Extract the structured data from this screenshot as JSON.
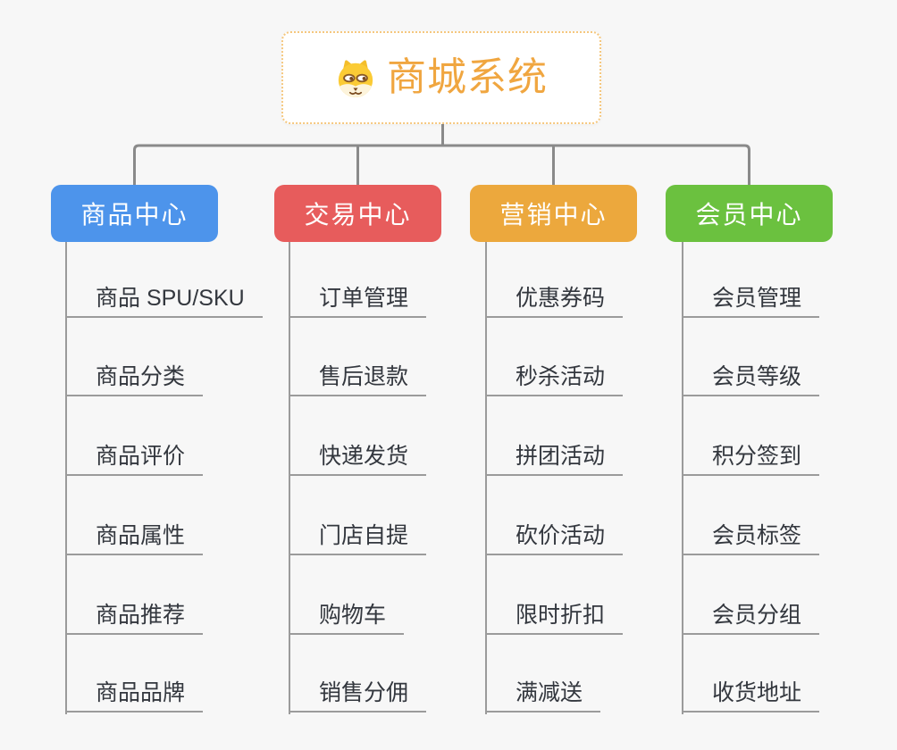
{
  "page": {
    "background_color": "#F7F7F7",
    "connector_color": "#8A8A8A",
    "underline_color": "#9B9B9B"
  },
  "root": {
    "label": "商城系统",
    "icon": "dog-face-icon",
    "text_color": "#F0A640",
    "border_color": "#F5C77E"
  },
  "branches": [
    {
      "label": "商品中心",
      "color": "#4D94EB",
      "items": [
        "商品 SPU/SKU",
        "商品分类",
        "商品评价",
        "商品属性",
        "商品推荐",
        "商品品牌"
      ]
    },
    {
      "label": "交易中心",
      "color": "#E75C5C",
      "items": [
        "订单管理",
        "售后退款",
        "快递发货",
        "门店自提",
        "购物车",
        "销售分佣"
      ]
    },
    {
      "label": "营销中心",
      "color": "#ECA83D",
      "items": [
        "优惠券码",
        "秒杀活动",
        "拼团活动",
        "砍价活动",
        "限时折扣",
        "满减送"
      ]
    },
    {
      "label": "会员中心",
      "color": "#6BC13F",
      "items": [
        "会员管理",
        "会员等级",
        "积分签到",
        "会员标签",
        "会员分组",
        "收货地址"
      ]
    }
  ]
}
